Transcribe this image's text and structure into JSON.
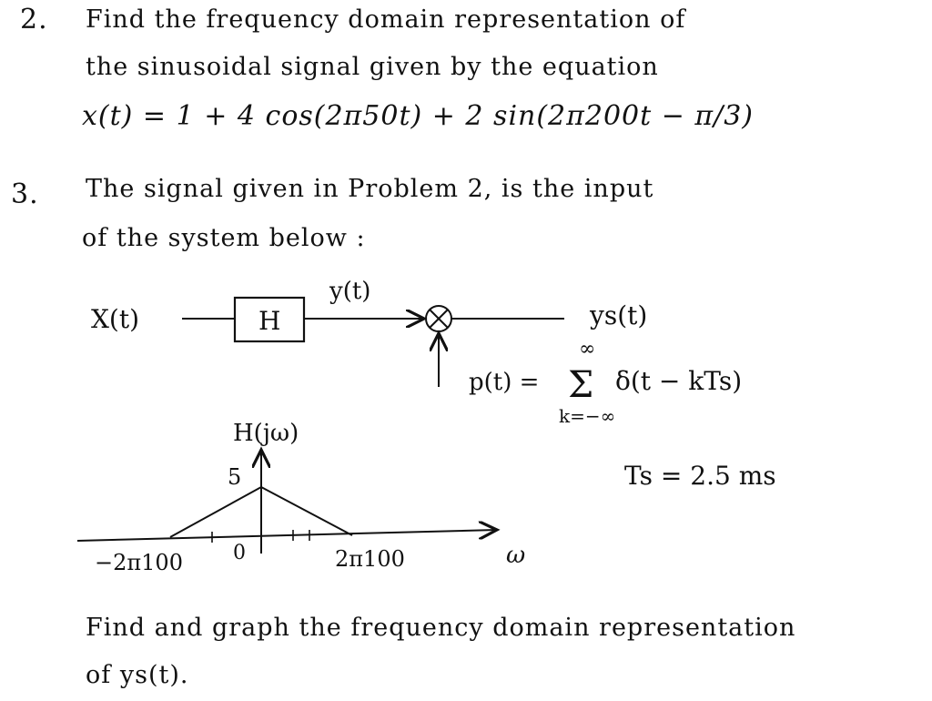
{
  "problem2": {
    "number": "2.",
    "line1": "Find the frequency domain representation of",
    "line2": "the sinusoidal signal given by the equation",
    "equation": "x(t) = 1 + 4 cos(2π50t) + 2 sin(2π200t − π/3)"
  },
  "problem3": {
    "number": "3.",
    "line1": "The signal given in Problem 2, is the input",
    "line2": "of the system below :",
    "final1": "Find and graph the frequency domain representation",
    "final2": "of ys(t)."
  },
  "block_diagram": {
    "input_label": "X(t)",
    "block_label": "H",
    "y_label": "y(t)",
    "output_label": "ys(t)",
    "p_label": "p(t) =",
    "sum_sign": "Σ",
    "sum_upper": "∞",
    "sum_lower": "k=−∞",
    "sum_term": "δ(t − kTs)",
    "ts_value": "Ts = 2.5 ms"
  },
  "freq_plot": {
    "title": "H(jω)",
    "peak_label": "5",
    "left_label": "−2π100",
    "origin_label": "0",
    "right_label": "2π100",
    "axis_label": "ω"
  }
}
